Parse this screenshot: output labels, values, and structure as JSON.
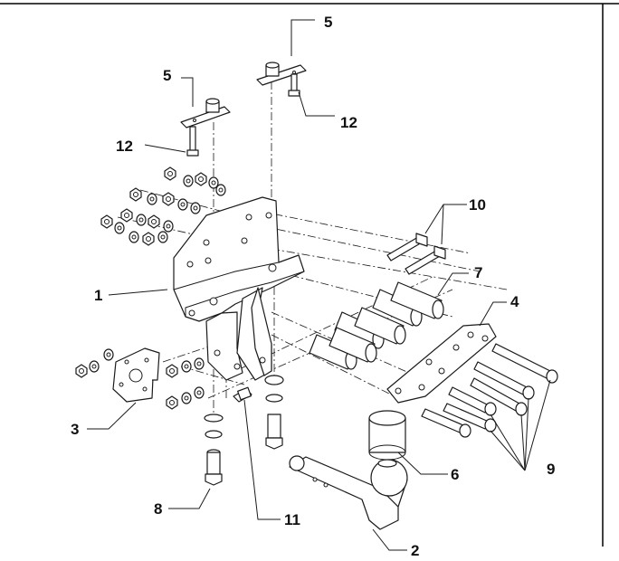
{
  "diagram": {
    "frame_color": "#000000",
    "ink_color": "#1a1a1a",
    "callouts": [
      {
        "id": "c1",
        "label": "1"
      },
      {
        "id": "c2",
        "label": "2"
      },
      {
        "id": "c3",
        "label": "3"
      },
      {
        "id": "c4",
        "label": "4"
      },
      {
        "id": "c5a",
        "label": "5"
      },
      {
        "id": "c5b",
        "label": "5"
      },
      {
        "id": "c6",
        "label": "6"
      },
      {
        "id": "c7",
        "label": "7"
      },
      {
        "id": "c8",
        "label": "8"
      },
      {
        "id": "c9",
        "label": "9"
      },
      {
        "id": "c10",
        "label": "10"
      },
      {
        "id": "c11",
        "label": "11"
      },
      {
        "id": "c12a",
        "label": "12"
      },
      {
        "id": "c12b",
        "label": "12"
      }
    ]
  }
}
